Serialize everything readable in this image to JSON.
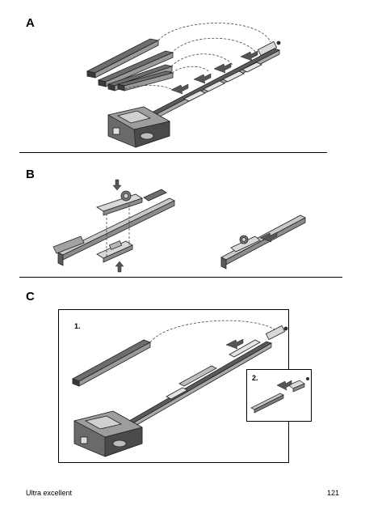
{
  "sections": {
    "a": {
      "label": "A"
    },
    "b": {
      "label": "B"
    },
    "c": {
      "label": "C",
      "step1_label": "1.",
      "step2_label": "2."
    }
  },
  "footer": {
    "brand": "Ultra excellent",
    "page_number": "121"
  },
  "icons": {
    "arrow": "insert-direction-arrow-icon",
    "motor": "opener-motor-icon",
    "rail": "rail-segment-icon"
  }
}
